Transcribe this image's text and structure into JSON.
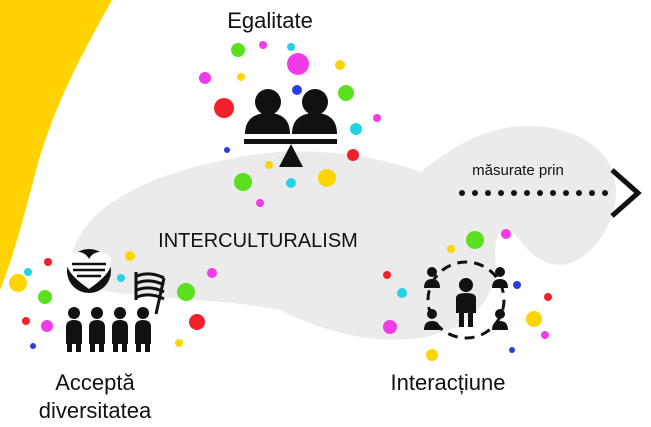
{
  "labels": {
    "egalitate": "Egalitate",
    "center": "INTERCULTURALISM",
    "accepta_line1": "Acceptă",
    "accepta_line2": "diversitatea",
    "interactiune": "Interacțiune",
    "masurate": "măsurate prin"
  },
  "colors": {
    "sun": "#FFD200",
    "blob": "#EBEBEB",
    "ink": "#111111",
    "magenta": "#F13BE8",
    "green": "#5BE01E",
    "red": "#F2202B",
    "cyan": "#25D2E4",
    "yellow": "#FFD500",
    "blue": "#2A3DE0"
  },
  "icons": {
    "equality": "equality-people-on-scale-icon",
    "diversity": "heart-and-flag-with-group-icon",
    "interaction": "networked-people-circle-icon",
    "arrow": "dotted-arrow-right-icon"
  }
}
